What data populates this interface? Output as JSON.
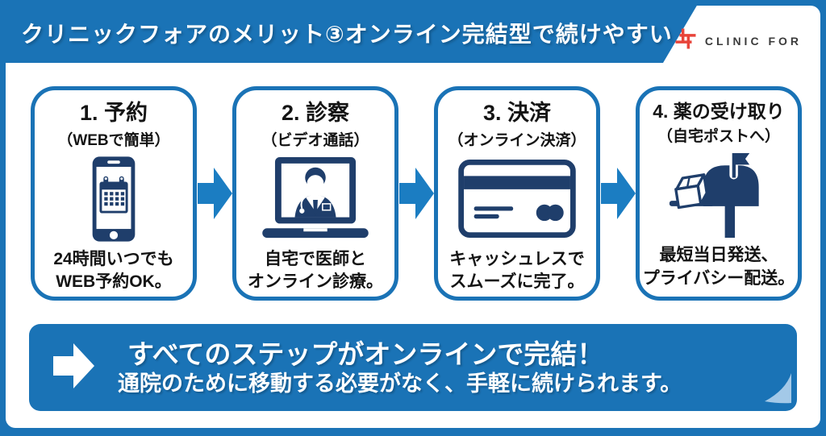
{
  "header": {
    "title": "クリニックフォアのメリット③オンライン完結型で続けやすい",
    "logo_text": "CLINIC FOR"
  },
  "steps": [
    {
      "title": "1. 予約",
      "subtitle": "（WEBで簡単）",
      "icon": "smartphone-calendar-icon",
      "desc_line1": "24時間いつでも",
      "desc_line2": "WEB予約OK。"
    },
    {
      "title": "2. 診察",
      "subtitle": "（ビデオ通話）",
      "icon": "laptop-doctor-icon",
      "desc_line1": "自宅で医師と",
      "desc_line2": "オンライン診療。"
    },
    {
      "title": "3. 決済",
      "subtitle": "（オンライン決済）",
      "icon": "credit-card-icon",
      "desc_line1": "キャッシュレスで",
      "desc_line2": "スムーズに完了。"
    },
    {
      "title": "4. 薬の受け取り",
      "subtitle": "（自宅ポストへ）",
      "icon": "mailbox-package-icon",
      "desc_line1": "最短当日発送、",
      "desc_line2": "プライバシー配送。"
    }
  ],
  "footer": {
    "headline": "すべてのステップがオンラインで完結！",
    "subtext": "通院のために移動する必要がなく、手軽に続けられます。"
  },
  "colors": {
    "main_blue": "#1a73b6",
    "arrow_blue": "#1b7dc2",
    "icon_navy": "#1f3e6b",
    "logo_red": "#e8443a",
    "fold_light_blue": "#a3c9e8"
  }
}
